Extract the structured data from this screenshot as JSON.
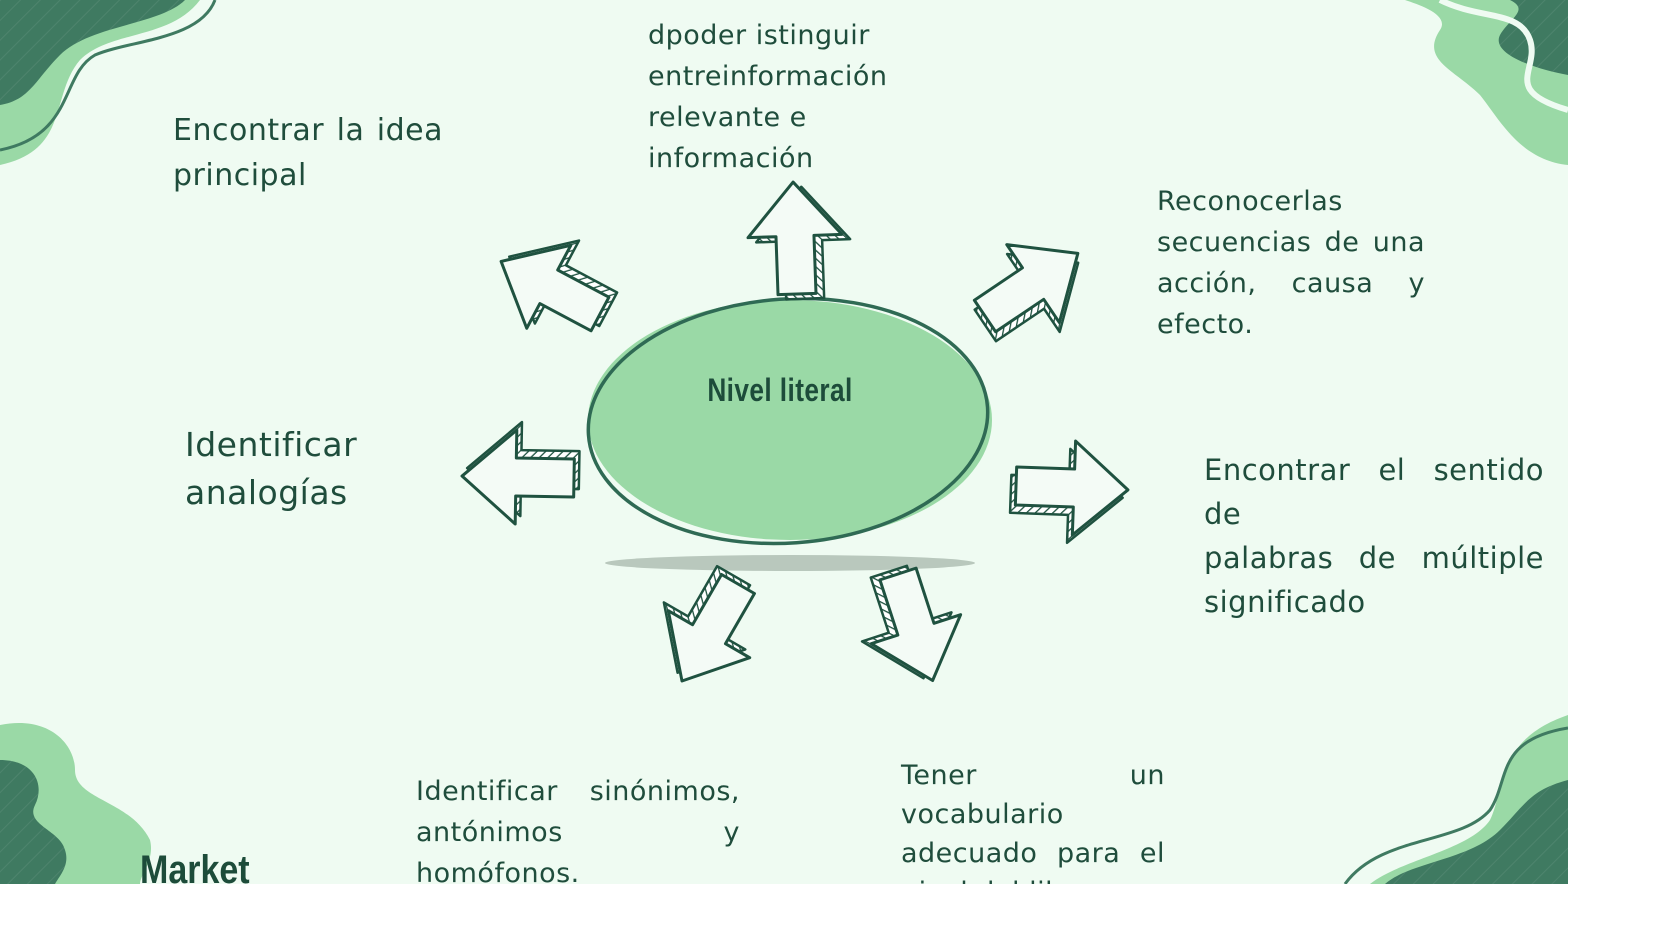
{
  "colors": {
    "background": "#effbf2",
    "dark_green": "#3f7a61",
    "light_green": "#9ad9a6",
    "text": "#1f4d3c"
  },
  "center": {
    "title": "Nivel literal"
  },
  "labels": {
    "top": [
      "dpoder istinguir",
      "entreinformación",
      "relevante e información"
    ],
    "top_left": [
      "Encontrar la idea",
      "principal"
    ],
    "top_right": [
      "Reconocerlas",
      "secuencias de una",
      "acción, causa y",
      "efecto."
    ],
    "left": [
      "Identificar",
      "analogías"
    ],
    "right": [
      "Encontrar el sentido de",
      "palabras de múltiple",
      "significado"
    ],
    "bottom_left": [
      "Identificar sinónimos,",
      "antónimos y homófonos."
    ],
    "bottom_right": [
      "Tener un vocabulario",
      "adecuado para el",
      "nivel del libro."
    ]
  },
  "footer": {
    "partial_text": "Market"
  },
  "arrows": [
    "arrow-up",
    "arrow-up-left",
    "arrow-up-right",
    "arrow-left",
    "arrow-right",
    "arrow-down-left",
    "arrow-down-right"
  ]
}
